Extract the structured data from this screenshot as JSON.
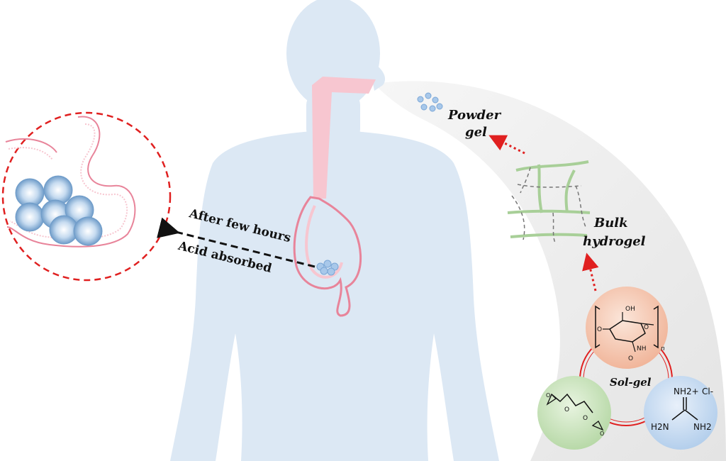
{
  "labels": {
    "after_hours": "After few hours",
    "acid_absorbed": "Acid absorbed",
    "powder": "Powder",
    "gel": "gel",
    "bulk": "Bulk",
    "hydrogel": "hydrogel",
    "sol_gel": "Sol-gel"
  },
  "chem": {
    "oh": "OH",
    "o_ring": "O",
    "o_left": "O",
    "nh": "NH",
    "o_amide": "O",
    "n_sub": "n",
    "nh2_plus": "NH2+",
    "cl": "Cl-",
    "h2n": "H2N",
    "nh2": "NH2",
    "ether_o1": "O",
    "ether_o2": "O",
    "epox_o1": "O",
    "epox_o2": "O"
  },
  "colors": {
    "body": "#dce8f4",
    "tract": "#f7c6d0",
    "tract_line": "#e8849a",
    "dashed_red": "#e02020",
    "particle": "#a8c8ea",
    "band": "#eeeeee",
    "chitosan": "#f7cdb8",
    "epoxide": "#cfe6c4",
    "guanidine": "#cfe0f2",
    "fiber": "#a8cf98"
  }
}
